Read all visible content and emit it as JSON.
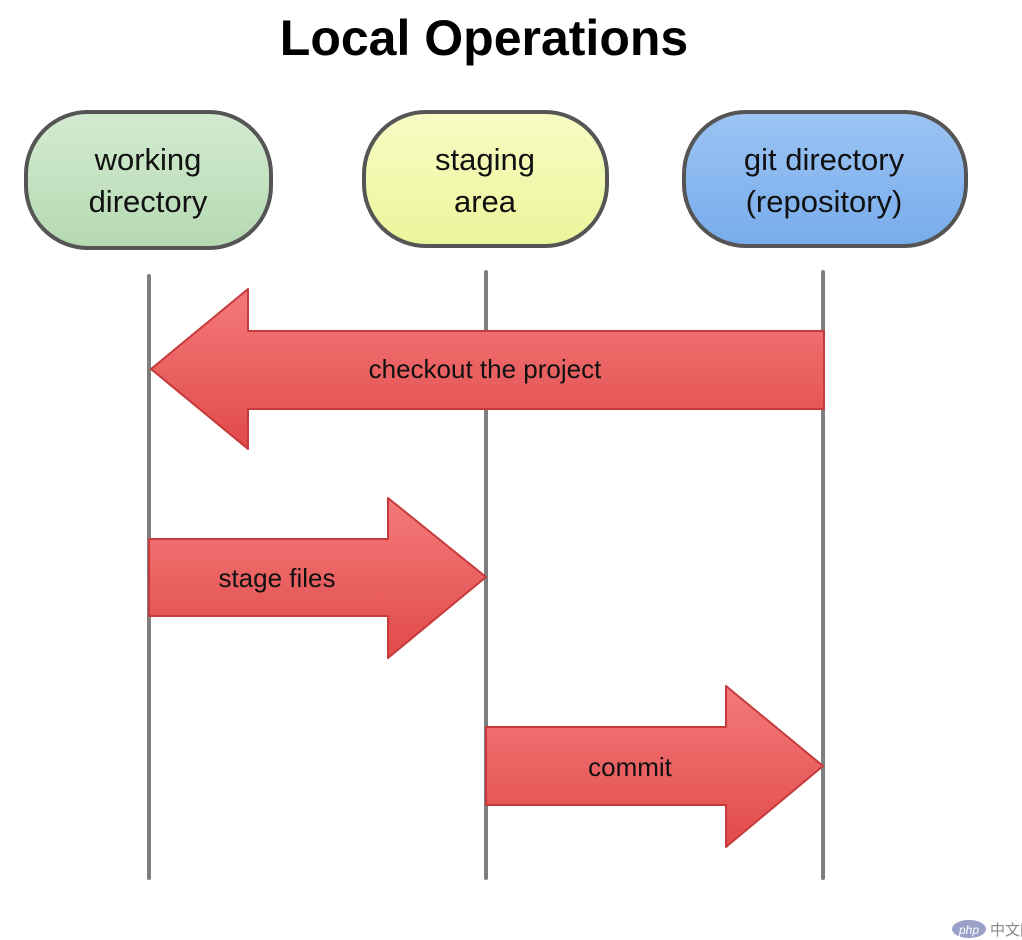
{
  "title": "Local Operations",
  "colors": {
    "working": "#bfe0bd",
    "staging": "#f1f9a8",
    "git": "#85b6ef",
    "node_border": "#555555",
    "lifeline": "#7f7f7f",
    "arrow_fill": "#e95556",
    "arrow_stroke": "#c53a3b"
  },
  "nodes": [
    {
      "id": "working",
      "lines": [
        "working",
        "directory"
      ]
    },
    {
      "id": "staging",
      "lines": [
        "staging",
        "area"
      ]
    },
    {
      "id": "git",
      "lines": [
        "git directory",
        "(repository)"
      ]
    }
  ],
  "arrows": [
    {
      "id": "checkout",
      "label": "checkout the project",
      "from": "git",
      "to": "working"
    },
    {
      "id": "stage",
      "label": "stage files",
      "from": "working",
      "to": "staging"
    },
    {
      "id": "commit",
      "label": "commit",
      "from": "staging",
      "to": "git"
    }
  ],
  "watermark": {
    "logo": "php",
    "text": "中文网"
  }
}
